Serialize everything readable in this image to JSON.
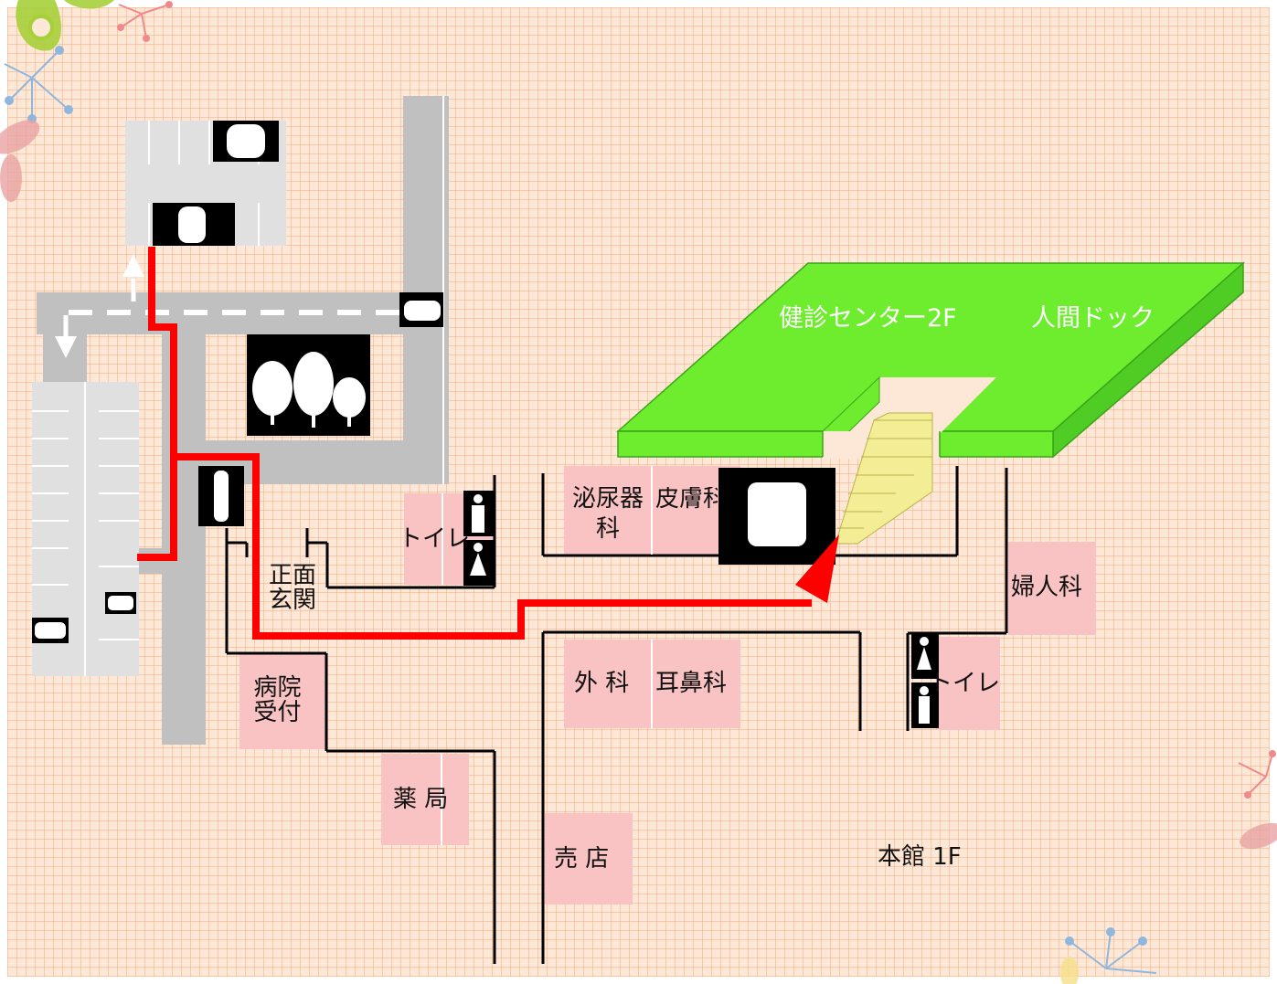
{
  "labels": {
    "kenshin_center": "健診センター2F",
    "ningen_dock": "人間ドック",
    "toilet_left": "トイレ",
    "toilet_right": "トイレ",
    "urology_line1": "泌尿器",
    "urology_line2": "科",
    "dermatology": "皮膚科",
    "main_entrance_line1": "正面",
    "main_entrance_line2": "玄関",
    "gynecology": "婦人科",
    "surgery": "外 科",
    "ent": "耳鼻科",
    "reception_line1": "病院",
    "reception_line2": "受付",
    "pharmacy": "薬 局",
    "shop": "売 店",
    "main_building": "本館 1F"
  },
  "icons": {
    "trees": "trees-icon",
    "elevator": "elevator-icon",
    "stairs": "stairs-icon",
    "route": "red-route-arrow",
    "toilet_men": "man-icon",
    "toilet_women": "woman-icon"
  },
  "colors": {
    "route": "#ff0000",
    "second_floor": "#6ded2e",
    "room": "#f9c3c4",
    "road": "#c0c0c0",
    "stairs": "#f3ee95",
    "background": "#fde7d6"
  }
}
